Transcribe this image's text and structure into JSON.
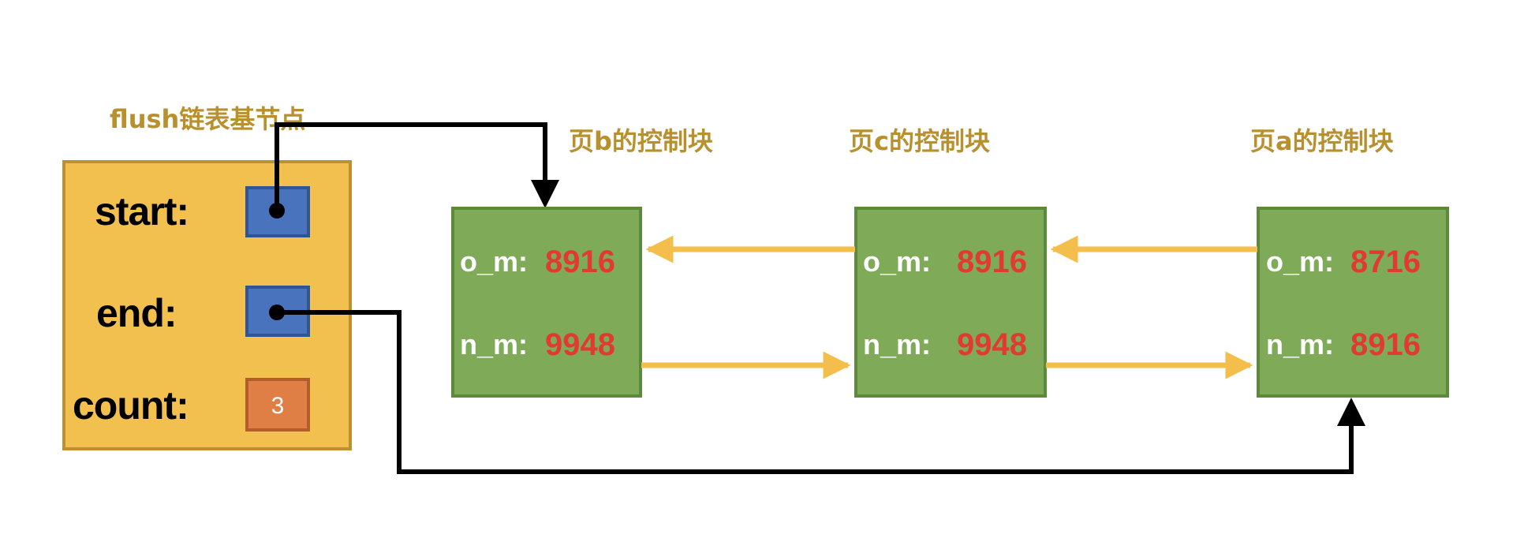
{
  "base_node": {
    "title": "flush链表基节点",
    "start_label": "start:",
    "end_label": "end:",
    "count_label": "count:",
    "count_value": "3"
  },
  "blocks": [
    {
      "title": "页b的控制块",
      "o_m_label": "o_m:",
      "o_m": "8916",
      "n_m_label": "n_m:",
      "n_m": "9948"
    },
    {
      "title": "页c的控制块",
      "o_m_label": "o_m:",
      "o_m": "8916",
      "n_m_label": "n_m:",
      "n_m": "9948"
    },
    {
      "title": "页a的控制块",
      "o_m_label": "o_m:",
      "o_m": "8716",
      "n_m_label": "n_m:",
      "n_m": "8916"
    }
  ],
  "colors": {
    "base_fill": "#F2C04E",
    "block_fill": "#7FAA58",
    "pointer_fill": "#4A73BE",
    "count_fill": "#E07F45",
    "link_arrow": "#F4BE4C",
    "value_text": "#E03A32",
    "label_text": "#B8902E"
  }
}
